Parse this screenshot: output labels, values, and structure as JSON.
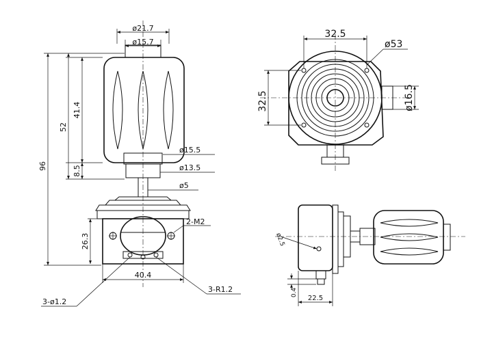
{
  "dimensions": {
    "front": {
      "d_21_7": "ø21.7",
      "d_15_7": "ø15.7",
      "h_41_4": "41.4",
      "h_52": "52",
      "h_96": "96",
      "h_8_5": "8.5",
      "d_15_5": "ø15.5",
      "d_13_5": "ø13.5",
      "d_5": "ø5",
      "m2": "2-M2",
      "h_26_3": "26.3",
      "w_40_4": "40.4",
      "holes_1_2": "3-ø1.2",
      "r_1_2": "3-R1.2"
    },
    "top": {
      "w_32_5": "32.5",
      "d_53": "ø53",
      "h_32_5": "32.5",
      "d_16_5": "ø16.5"
    },
    "side": {
      "d_25": "ø2.5",
      "v_0_4": "0.4",
      "w_22_5": "22.5"
    }
  }
}
